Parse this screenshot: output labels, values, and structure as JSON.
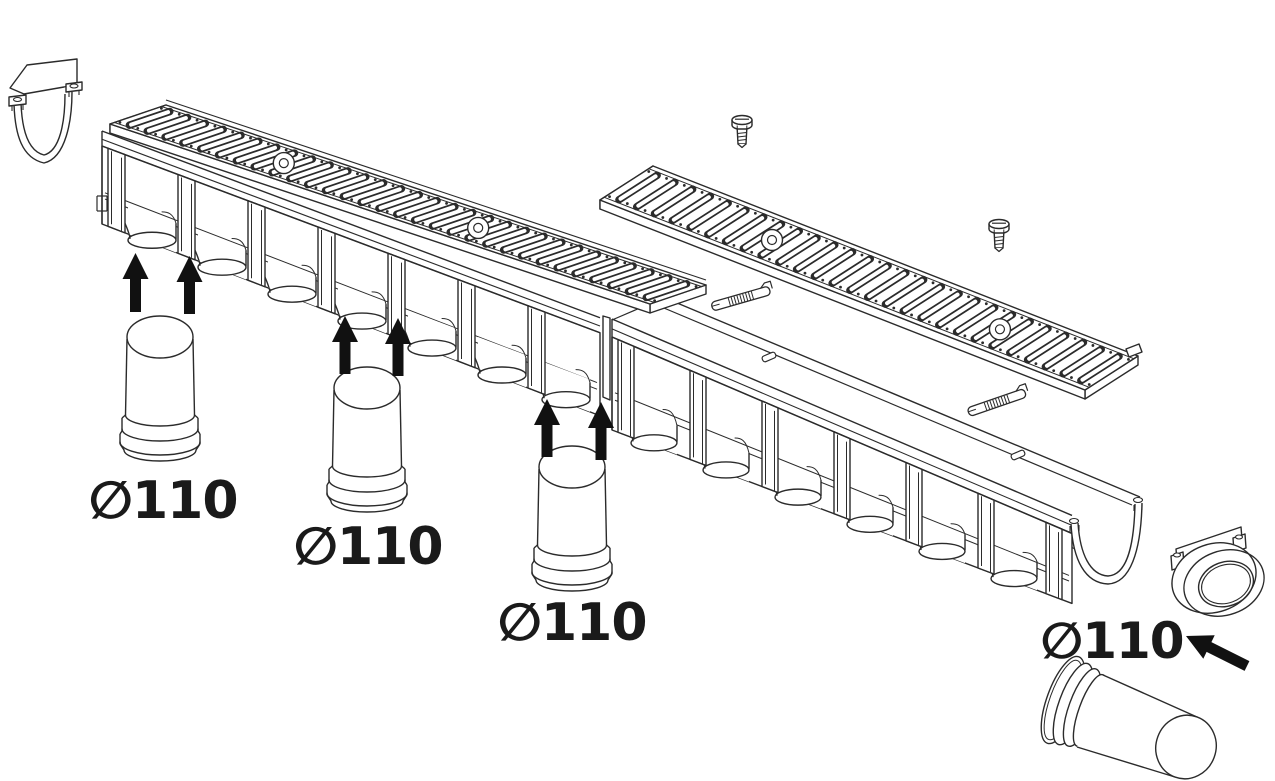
{
  "diagram": {
    "background_color": "#ffffff",
    "line_color": "#2b2b2b",
    "arrow_color": "#111111",
    "labels": {
      "pipe_adapter_1": "∅110",
      "pipe_adapter_2": "∅110",
      "pipe_adapter_3": "∅110",
      "outlet_pipe": "∅110"
    }
  }
}
